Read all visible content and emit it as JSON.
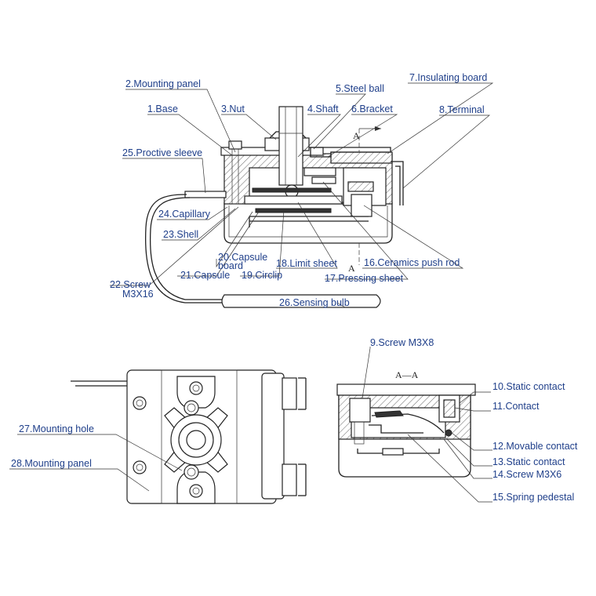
{
  "labels": {
    "l1": "1.Base",
    "l2": "2.Mounting panel",
    "l3": "3.Nut",
    "l4": "4.Shaft",
    "l5": "5.Steel ball",
    "l6": "6.Bracket",
    "l7": "7.Insulating board",
    "l8": "8.Terminal",
    "l9": "9.Screw M3X8",
    "l10": "10.Static contact",
    "l11": "11.Contact",
    "l12": "12.Movable contact",
    "l13": "13.Static contact",
    "l14": "14.Screw M3X6",
    "l15": "15.Spring pedestal",
    "l16": "16.Ceramics push rod",
    "l17": "17.Pressing sheet",
    "l18": "18.Limit sheet",
    "l19": "19.Circlip",
    "l20a": "20.Capsule",
    "l20b": "board",
    "l21": "21.Capsule",
    "l22a": "22.Screw",
    "l22b": "M3X16",
    "l23": "23.Shell",
    "l24": "24.Capillary",
    "l25": "25.Proctive sleeve",
    "l26": "26.Sensing bulb",
    "l27": "27.Mounting hole",
    "l28": "28.Mounting panel"
  },
  "section": {
    "marker_top": "A",
    "marker_bottom": "A",
    "view_title": "A—A"
  }
}
